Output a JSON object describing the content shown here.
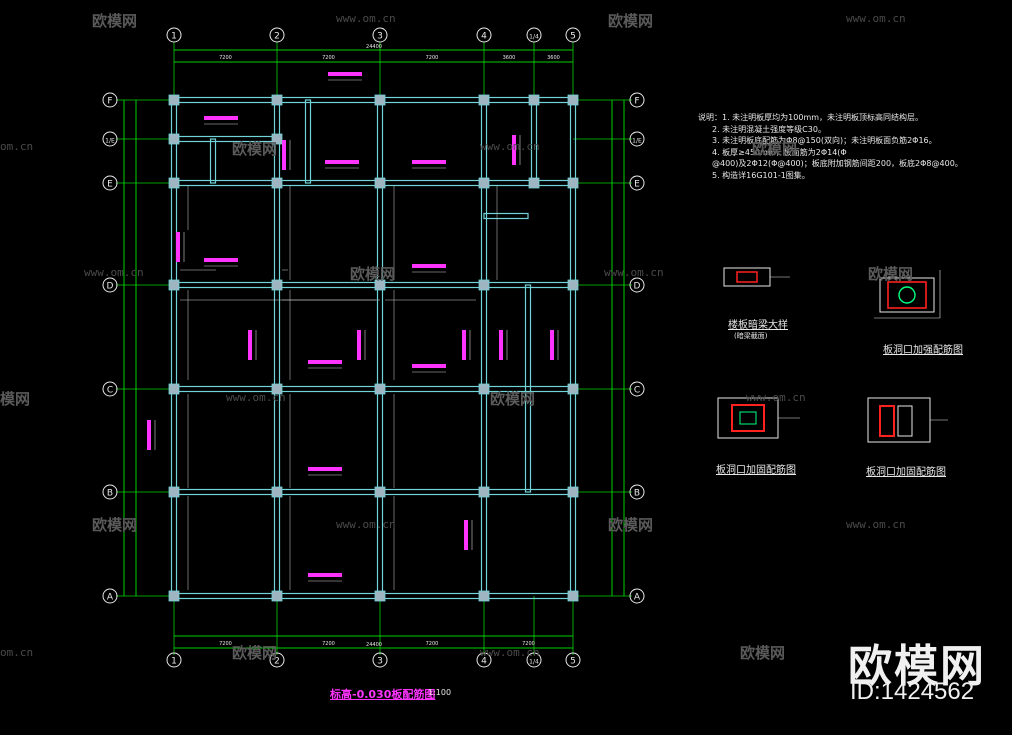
{
  "watermark": {
    "brand": "欧模网",
    "id": "ID:1424562",
    "url": "www.om.cn",
    "url_partial": "om.cn",
    "brand_partial": "模网"
  },
  "colors": {
    "beam": "#6fd3d8",
    "axis_green": "#00d000",
    "annot_magenta": "#ff33ff",
    "text_white": "#e8e8e8",
    "red": "#ff2020"
  },
  "grid": {
    "col_axes": [
      "1",
      "2",
      "3",
      "4",
      "1/4",
      "5"
    ],
    "row_axes": [
      "F",
      "1/E",
      "E",
      "D",
      "C",
      "B",
      "A"
    ]
  },
  "dims": {
    "top": [
      "7200",
      "7200",
      "7200",
      "3600",
      "3600"
    ],
    "bottom": [
      "7200",
      "7200",
      "7200",
      "7200"
    ],
    "total": "24400"
  },
  "notes": [
    "说明：1. 未注明板厚均为100mm，未注明板顶标高同结构层。",
    "2. 未注明混凝土强度等级C30。",
    "3. 未注明板底配筋为Φ8@150(双向)；未注明板面负筋2Φ16。",
    "4. 板厚≥450mm，板面筋为2Φ14(Φ",
    "@400)及2Φ12(Φ@400)；板底附加钢筋间距200，板底2Φ8@400。",
    "5. 构造详16G101-1图集。"
  ],
  "details": [
    {
      "caption": "楼板暗梁大样",
      "sub": "(暗梁截面)"
    },
    {
      "caption": "板洞口加强配筋图",
      "sub": ""
    },
    {
      "caption": "板洞口加固配筋图",
      "sub": ""
    },
    {
      "caption": "板洞口加固配筋图",
      "sub": ""
    }
  ],
  "plan": {
    "title": "标高-0.030板配筋图",
    "scale": "1:100"
  }
}
